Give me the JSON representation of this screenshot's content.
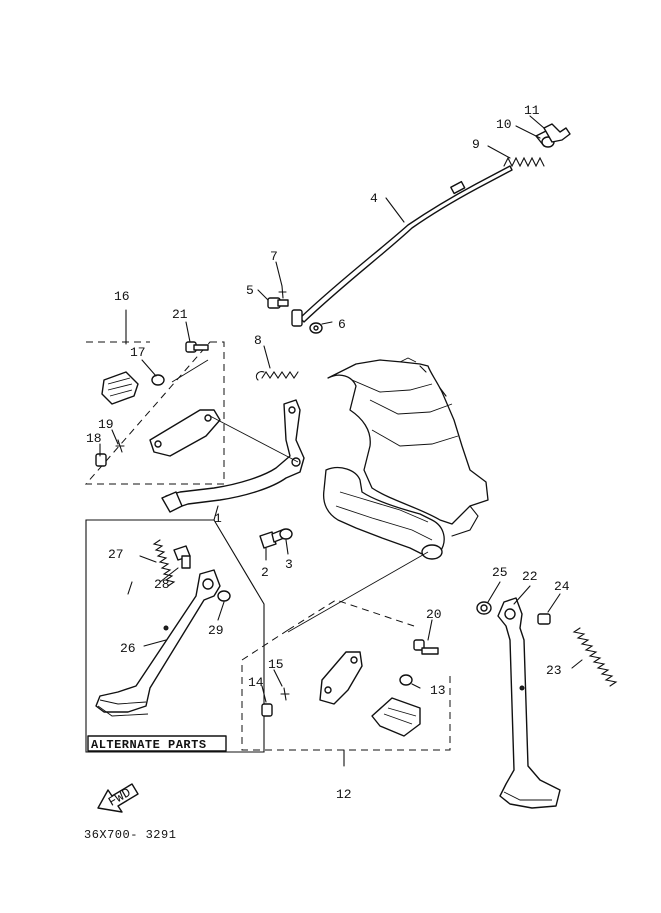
{
  "callouts": {
    "c1": "1",
    "c2": "2",
    "c3": "3",
    "c4": "4",
    "c5": "5",
    "c6": "6",
    "c7": "7",
    "c8": "8",
    "c9": "9",
    "c10": "10",
    "c11": "11",
    "c12": "12",
    "c13": "13",
    "c14": "14",
    "c15": "15",
    "c16": "16",
    "c17": "17",
    "c18": "18",
    "c19": "19",
    "c20": "20",
    "c21": "21",
    "c22": "22",
    "c23": "23",
    "c24": "24",
    "c25": "25",
    "c26": "26",
    "c27": "27",
    "c28": "28",
    "c29": "29"
  },
  "alternate_parts_label": "ALTERNATE PARTS",
  "fwd_label": "FWD",
  "drawing_number": "36X700- 3291"
}
